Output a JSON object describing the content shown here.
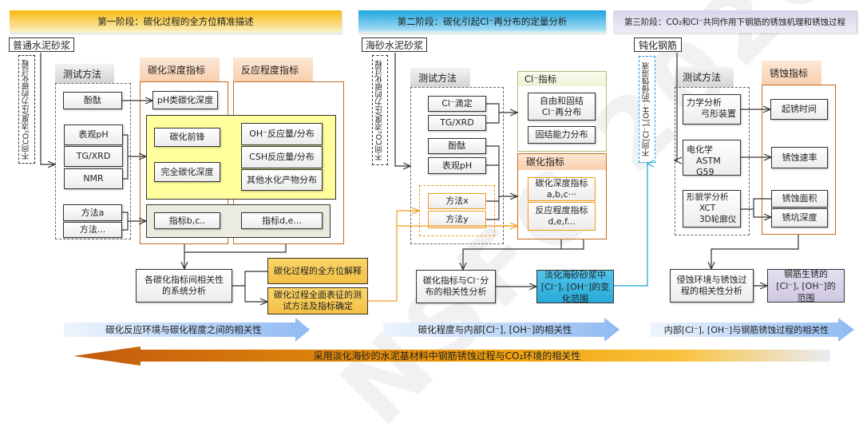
{
  "stages": [
    {
      "title": "第一阶段：碳化过程的全方位精准描述"
    },
    {
      "title": "第二阶段：碳化引起Cl⁻再分布的定量分析"
    },
    {
      "title": "第三阶段：CO₂和Cl⁻共同作用下钢筋的锈蚀机理和锈蚀过程"
    }
  ],
  "stage1": {
    "material": "普通水泥砂浆",
    "condition": "不同CO₂浓度/压力的碳化过程",
    "test_methods_label": "测试方法",
    "methods": [
      "酚酞",
      "表观pH",
      "TG/XRD",
      "NMR",
      "方法a",
      "方法..."
    ],
    "depth_indicator_label": "碳化深度指标",
    "reaction_indicator_label": "反应程度指标",
    "ph_depth": "pH类碳化深度",
    "depth_items": [
      "碳化前锋",
      "完全碳化深度"
    ],
    "reaction_items": [
      "OH⁻反应量/分布",
      "CSH反应量/分布",
      "其他水化产物分布"
    ],
    "other_indicators": [
      "指标b,c..",
      "指标d,e..."
    ],
    "analysis": "各碳化指标间相关性的系统分析",
    "outcomes": [
      "碳化过程的全方位解释",
      "碳化过程全面表征的测试方法及指标确定"
    ],
    "correlation": "碳化反应环境与碳化程度之间的相关性"
  },
  "stage2": {
    "material": "海砂水泥砂浆",
    "condition": "不同CO₂浓度/压力的碳化过程",
    "test_methods_label": "测试方法",
    "methods": [
      "Cl⁻滴定",
      "TG/XRD",
      "酚酞",
      "表观pH",
      "方法x",
      "方法y"
    ],
    "cl_indicator_label": "Cl⁻指标",
    "cl_items": [
      "自由和固结Cl⁻再分布",
      "固结能力分布"
    ],
    "carb_indicator_label": "碳化指标",
    "carb_items": [
      "碳化深度指标 a,b,c···",
      "反应程度指标 d,e,f..."
    ],
    "analysis": "碳化指标与Cl⁻分布的相关性分析",
    "outcome": "淡化海砂砂浆中[Cl⁻], [OH⁻]的变化范围",
    "correlation": "碳化程度与内部[Cl⁻], [OH⁻]的相关性"
  },
  "stage3": {
    "material": "钝化钢筋",
    "condition": "不同[Cl⁻],[OH⁻]的侵蚀溶液",
    "test_methods_label": "测试方法",
    "methods": [
      {
        "name": "力学分析",
        "detail": "弓形装置"
      },
      {
        "name": "电化学",
        "detail": "ASTM G59"
      },
      {
        "name": "形貌学分析",
        "detail": "XCT",
        "detail2": "3D轮廓仪"
      }
    ],
    "rust_indicator_label": "锈蚀指标",
    "rust_items": [
      "起锈时间",
      "锈蚀速率",
      "锈蚀面积",
      "锈坑深度"
    ],
    "analysis": "侵蚀环境与锈蚀过程的相关性分析",
    "outcome": "钢筋生锈的[Cl⁻], [OH⁻]的范围",
    "correlation": "内部[Cl⁻], [OH⁻]与钢筋锈蚀过程的相关性"
  },
  "bottom_banner": "采用淡化海砂的水泥基材料中钢筋锈蚀过程与CO₂环境的相关性",
  "watermark": "NSFC 2020",
  "colors": {
    "stage1": "#f7b812",
    "stage2": "#1ea6e0",
    "stage3": "#d8d5ea",
    "frame_orange": "#c56a1a",
    "highlight_orange": "#f19a1a",
    "yellow_area": "#ffff9e",
    "gold_box": "#f2c044",
    "cyan_box": "#27a9d8",
    "lavender_box": "#cfc8e2"
  }
}
